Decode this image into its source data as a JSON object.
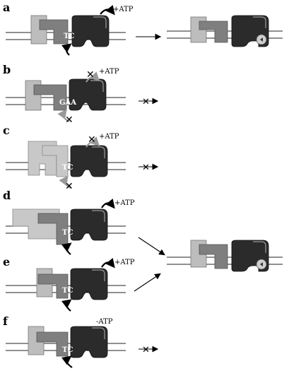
{
  "panels": [
    {
      "id": "a",
      "label": "a",
      "atp": "+ATP",
      "nucleotides": "TC",
      "outcome": "success"
    },
    {
      "id": "b",
      "label": "b",
      "atp": "+ATP",
      "nucleotides": "GAA",
      "outcome": "blocked"
    },
    {
      "id": "c",
      "label": "c",
      "atp": "+ATP",
      "nucleotides": "TC",
      "outcome": "blocked"
    },
    {
      "id": "d",
      "label": "d",
      "atp": "+ATP",
      "nucleotides": "TC",
      "outcome": "success"
    },
    {
      "id": "e",
      "label": "e",
      "atp": "+ATP",
      "nucleotides": "TC",
      "outcome": "success"
    },
    {
      "id": "f",
      "label": "f",
      "atp": "-ATP",
      "nucleotides": "TC",
      "outcome": "blocked"
    }
  ],
  "colors": {
    "light_protein": "#bdbdbd",
    "mid_protein": "#7f7f7f",
    "dark_protein": "#2b2b2b",
    "blocked_arrow": "#999999"
  }
}
